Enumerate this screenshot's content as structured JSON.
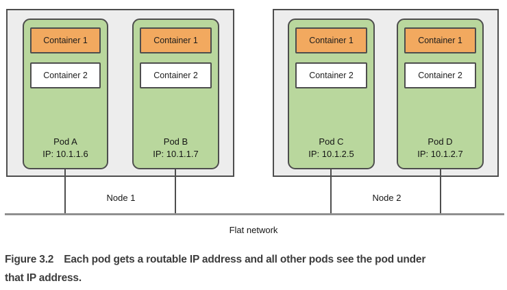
{
  "diagram": {
    "nodes": [
      {
        "label": "Node 1",
        "pods": [
          {
            "name": "Pod A",
            "ip": "IP: 10.1.1.6",
            "containers": [
              "Container 1",
              "Container 2"
            ]
          },
          {
            "name": "Pod B",
            "ip": "IP: 10.1.1.7",
            "containers": [
              "Container 1",
              "Container 2"
            ]
          }
        ]
      },
      {
        "label": "Node 2",
        "pods": [
          {
            "name": "Pod C",
            "ip": "IP: 10.1.2.5",
            "containers": [
              "Container 1",
              "Container 2"
            ]
          },
          {
            "name": "Pod D",
            "ip": "IP: 10.1.2.7",
            "containers": [
              "Container 1",
              "Container 2"
            ]
          }
        ]
      }
    ],
    "network_label": "Flat network",
    "colors": {
      "node_fill": "#ededed",
      "pod_fill": "#b9d79d",
      "container1_fill": "#f2a95f",
      "container2_fill": "#ffffff",
      "outline": "#4d4d4d",
      "network_line": "#8f8f8f"
    }
  },
  "caption": {
    "figure_label": "Figure 3.2",
    "line1": "Each pod gets a routable IP address and all other pods see the pod under",
    "line2": "that IP address."
  }
}
